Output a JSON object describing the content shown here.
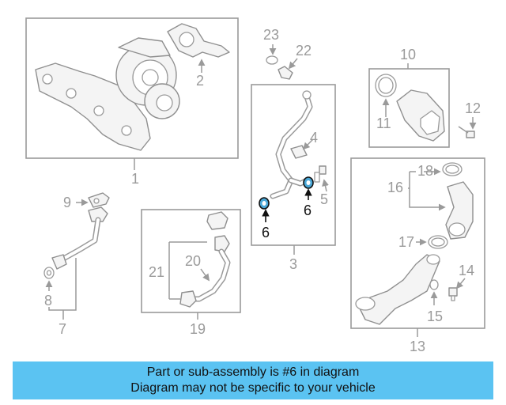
{
  "callouts": {
    "c1": "1",
    "c2": "2",
    "c3": "3",
    "c4": "4",
    "c5": "5",
    "c6a": "6",
    "c6b": "6",
    "c7": "7",
    "c8": "8",
    "c9": "9",
    "c10": "10",
    "c11": "11",
    "c12": "12",
    "c13": "13",
    "c14": "14",
    "c15": "15",
    "c16": "16",
    "c17": "17",
    "c18": "18",
    "c19": "19",
    "c20": "20",
    "c21": "21",
    "c22": "22",
    "c23": "23"
  },
  "highlight": {
    "part": "6",
    "color": "#4aa8d8"
  },
  "banner": {
    "line1": "Part or sub-assembly is #6 in diagram",
    "line2": "Diagram may not be specific to your vehicle",
    "background": "#5bc3f2"
  }
}
